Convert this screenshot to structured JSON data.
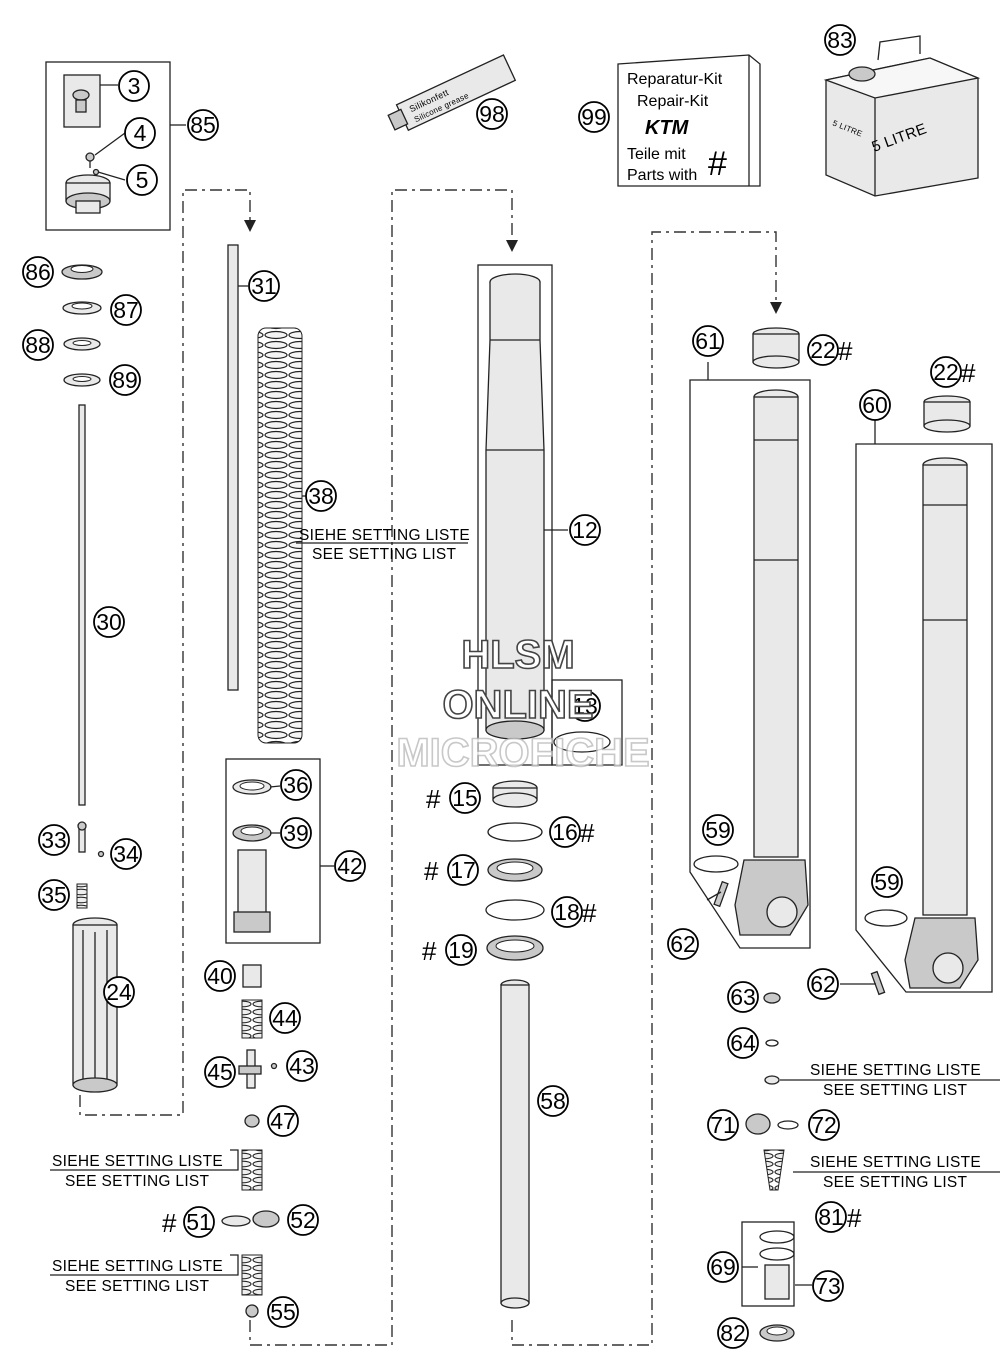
{
  "callouts": {
    "c3": "3",
    "c4": "4",
    "c5": "5",
    "c85": "85",
    "c86": "86",
    "c87": "87",
    "c88": "88",
    "c89": "89",
    "c30": "30",
    "c33": "33",
    "c34": "34",
    "c35": "35",
    "c24": "24",
    "c31": "31",
    "c38": "38",
    "c36": "36",
    "c39": "39",
    "c42": "42",
    "c40": "40",
    "c44": "44",
    "c43": "43",
    "c45": "45",
    "c47": "47",
    "c51": "51",
    "c52": "52",
    "c55": "55",
    "c98": "98",
    "c99": "99",
    "c83": "83",
    "c12": "12",
    "c13": "13",
    "c15": "15",
    "c16": "16",
    "c17": "17",
    "c18": "18",
    "c19": "19",
    "c58": "58",
    "c61": "61",
    "c22a": "22",
    "c60": "60",
    "c22b": "22",
    "c59a": "59",
    "c62a": "62",
    "c59b": "59",
    "c62b": "62",
    "c63": "63",
    "c64": "64",
    "c71": "71",
    "c72": "72",
    "c81": "81",
    "c69": "69",
    "c73": "73",
    "c82": "82"
  },
  "hash_mark": "#",
  "setting_note": {
    "de": "SIEHE SETTING LISTE",
    "en": "SEE SETTING LIST"
  },
  "repair_kit": {
    "line1": "Reparatur-Kit",
    "line2": "Repair-Kit",
    "brand": "KTM",
    "line3": "Teile mit",
    "line4": "Parts with",
    "symbol": "#"
  },
  "grease_tube": {
    "label1": "Silikonfett",
    "label2": "Silicone grease"
  },
  "oil_can": {
    "label_side": "5 LITRE",
    "label_front": "5 LITRE"
  },
  "watermark": {
    "line1": "HLSM",
    "line2": "ONLINE",
    "line3": "MICROFICHE"
  }
}
